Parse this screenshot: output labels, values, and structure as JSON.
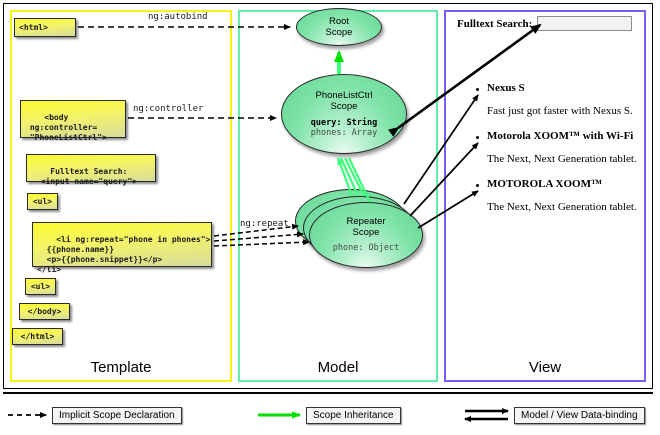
{
  "panels": {
    "template": {
      "label": "Template",
      "accent": "#f5f513"
    },
    "model": {
      "label": "Model",
      "accent": "#5ff0a8"
    },
    "view": {
      "label": "View",
      "accent": "#7a5cf0"
    }
  },
  "template": {
    "boxes": [
      {
        "id": "html-open",
        "text": "<html>"
      },
      {
        "id": "body-open",
        "text": "<body\n ng:controller=\n \"PhoneListCtrl\">"
      },
      {
        "id": "search",
        "text": "Fulltext Search:\n  <input name=\"query\">"
      },
      {
        "id": "ul-open",
        "text": "<ul>"
      },
      {
        "id": "li-repeat",
        "text": "<li ng:repeat=\"phone in phones\">\n  {{phone.name}}\n  <p>{{phone.snippet}}</p>\n</li>"
      },
      {
        "id": "ul-close",
        "text": "<ul>"
      },
      {
        "id": "body-close",
        "text": "</body>"
      },
      {
        "id": "html-close",
        "text": "</html>"
      }
    ]
  },
  "model": {
    "scopes": [
      {
        "id": "root-scope",
        "title": "Root\nScope",
        "props": []
      },
      {
        "id": "phonelistctrl-scope",
        "title": "PhoneListCtrl\nScope",
        "props": [
          {
            "text": "query: String",
            "style": "bold"
          },
          {
            "text": "phones: Array",
            "style": "grey"
          }
        ]
      },
      {
        "id": "repeater-scope",
        "title": "Repeater\nScope",
        "props": [
          {
            "text": "phone: Object",
            "style": "grey"
          }
        ]
      }
    ]
  },
  "edges": {
    "autobind": "ng:autobind",
    "controller": "ng:controller",
    "repeat": "ng:repeat"
  },
  "view": {
    "search_label": "Fulltext Search:",
    "search_value": "",
    "search_placeholder": "",
    "items": [
      {
        "name": "Nexus S",
        "snippet": "Fast just got faster with Nexus S."
      },
      {
        "name": "Motorola XOOM™  with Wi-Fi",
        "snippet": "The Next, Next Generation tablet."
      },
      {
        "name": "MOTOROLA XOOM™",
        "snippet": "The Next, Next Generation tablet."
      }
    ]
  },
  "legend": [
    {
      "id": "implicit-scope-declaration",
      "label": "Implicit Scope Declaration",
      "arrow": "dashed",
      "color": "#000000"
    },
    {
      "id": "scope-inheritance",
      "label": "Scope Inheritance",
      "arrow": "solid",
      "color": "#00e000"
    },
    {
      "id": "model-view-data-binding",
      "label": "Model / View Data-binding",
      "arrow": "double",
      "color": "#000000"
    }
  ]
}
